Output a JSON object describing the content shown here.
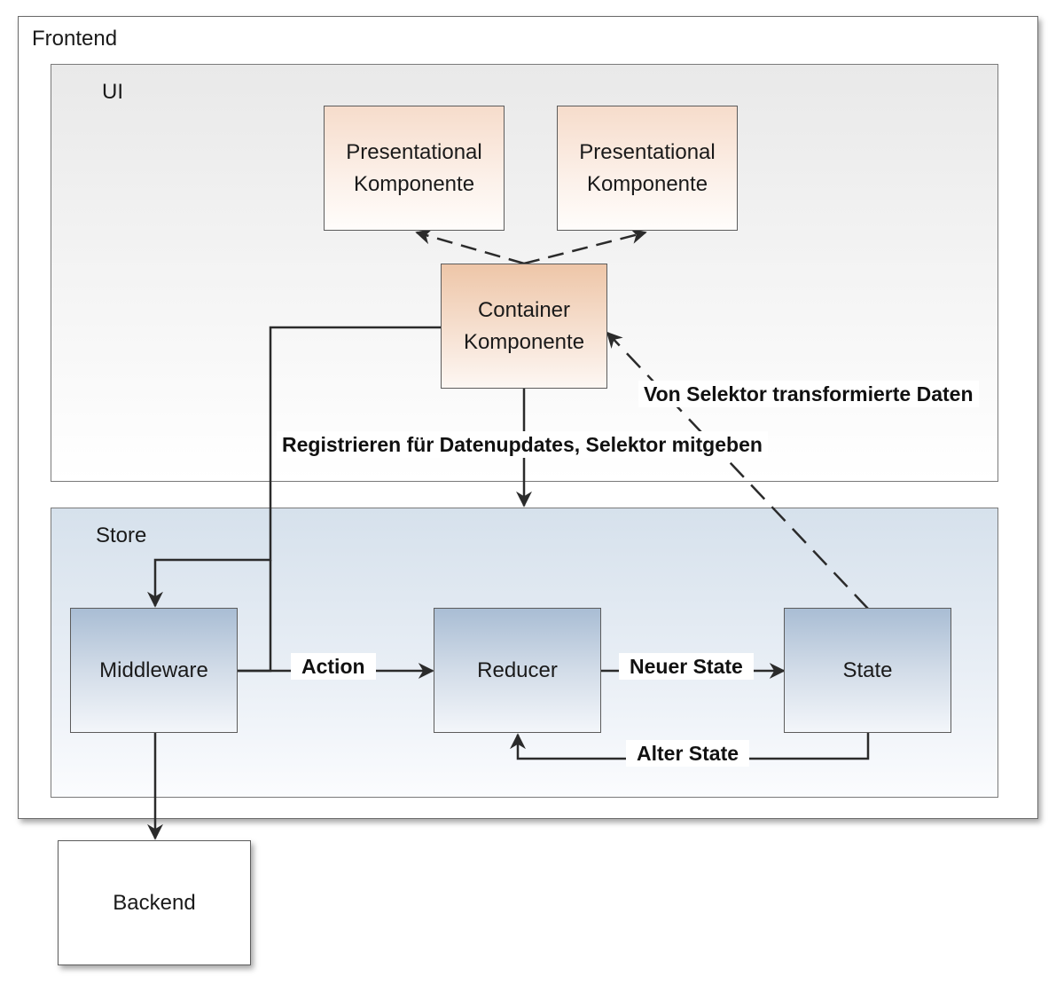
{
  "sections": {
    "frontend": "Frontend",
    "ui": "UI",
    "store": "Store"
  },
  "nodes": {
    "presentational_1": [
      "Presentational",
      "Komponente"
    ],
    "presentational_2": [
      "Presentational",
      "Komponente"
    ],
    "container": [
      "Container",
      "Komponente"
    ],
    "middleware": "Middleware",
    "reducer": "Reducer",
    "state": "State",
    "backend": "Backend"
  },
  "edges": {
    "register": "Registrieren für Datenupdates, Selektor mitgeben",
    "selector_data": "Von Selektor transformierte Daten",
    "action": "Action",
    "new_state": "Neuer State",
    "old_state": "Alter State"
  },
  "colors": {
    "ui_bg": "#efefef",
    "store_bg": "#dde6f0",
    "component_orange": "#f3d6c2",
    "store_box_blue": "#b8c9dc",
    "line": "#2b2b2b"
  }
}
